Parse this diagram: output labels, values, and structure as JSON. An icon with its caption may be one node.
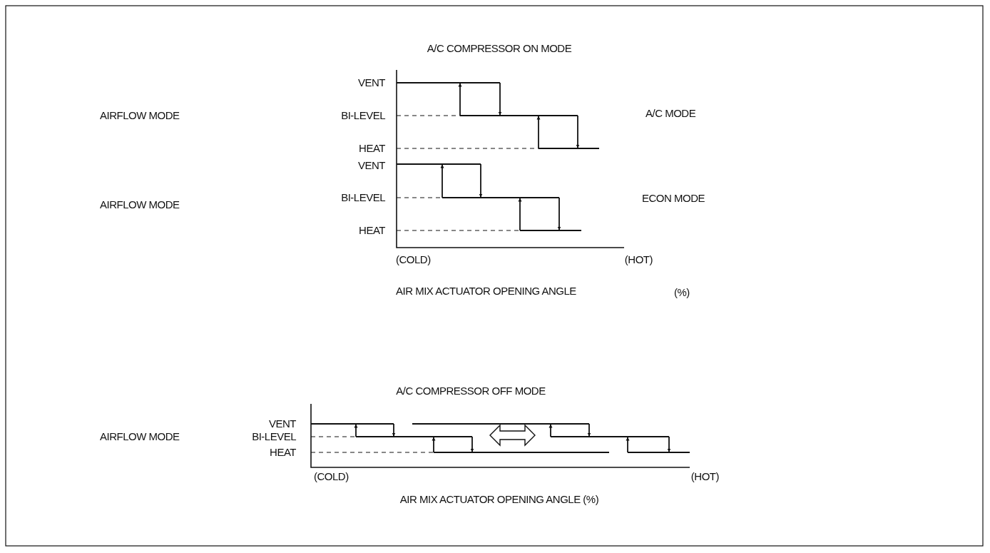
{
  "diagram": {
    "labels": [
      "A/C COMPRESSOR ON MODE",
      "VENT",
      "AIRFLOW MODE",
      "BI-LEVEL",
      "A/C MODE",
      "HEAT",
      "VENT",
      "AIRFLOW MODE",
      "BI-LEVEL",
      "ECON MODE",
      "HEAT",
      "(COLD)",
      "(HOT)",
      "AIR MIX ACTUATOR OPENING ANGLE",
      "(%)",
      "A/C COMPRESSOR OFF MODE",
      "VENT",
      "AIRFLOW MODE",
      "BI-LEVEL",
      "HEAT",
      "(COLD)",
      "(HOT)",
      "AIR MIX ACTUATOR OPENING ANGLE (%)"
    ]
  }
}
